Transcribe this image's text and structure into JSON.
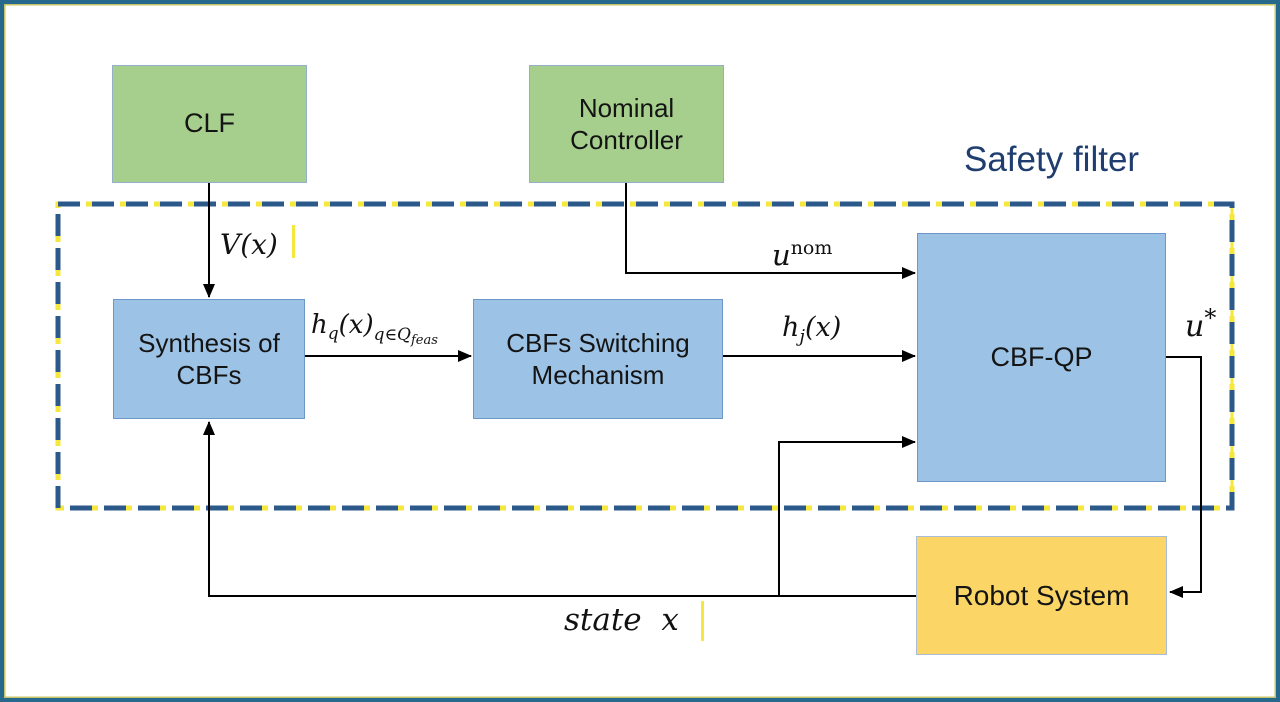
{
  "diagram": {
    "safety_filter_label": "Safety filter",
    "blocks": {
      "clf": "CLF",
      "nominal_controller": "Nominal\nController",
      "synthesis_cbfs": "Synthesis of\nCBFs",
      "cbfs_switching": "CBFs Switching\nMechanism",
      "cbf_qp": "CBF-QP",
      "robot_system": "Robot System"
    },
    "signals": {
      "vx": "V(x)",
      "u_nom": {
        "base": "u",
        "sup": "nom"
      },
      "hq": {
        "base": "h",
        "sub": "q",
        "args": "(x)",
        "outer_sub": "q∈Q",
        "inner_sub": "feas"
      },
      "hj": {
        "base": "h",
        "sub": "j",
        "args": "(x)"
      },
      "u_star": {
        "base": "u",
        "sup": "*"
      },
      "state_x": "state  x"
    },
    "colors": {
      "green_block_fill": "#A6CF8D",
      "blue_block_fill": "#9CC2E5",
      "yellow_block_fill": "#FBD566",
      "dashed_boundary": "#2B5A8A",
      "outer_frame": "#26698C",
      "frame_inner_line": "#C5C36A",
      "safety_filter_text": "#1F3D6E",
      "cursor_highlight": "#F5E73C",
      "connector": "#000000"
    }
  }
}
